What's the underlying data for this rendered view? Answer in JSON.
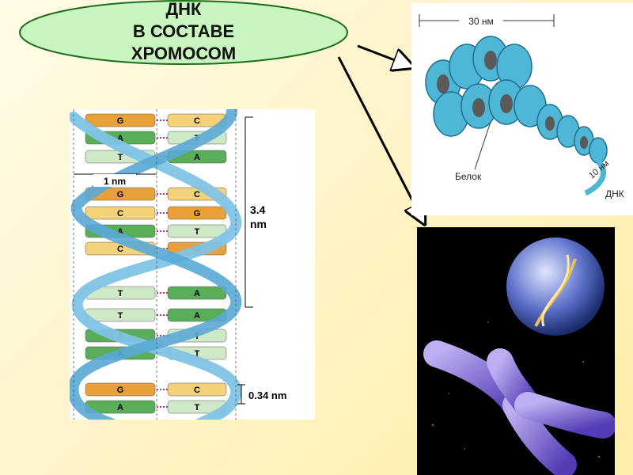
{
  "title": {
    "line1": "ДНК",
    "line2": "В СОСТАВЕ",
    "line3": "ХРОМОСОМ"
  },
  "dna_diagram": {
    "width_label": "1 nm",
    "pitch_label_value": "3.4",
    "pitch_label_unit": "nm",
    "rise_label": "0.34 nm",
    "base_pairs": [
      {
        "left": "G",
        "right": "C"
      },
      {
        "left": "A",
        "right": "T"
      },
      {
        "left": "T",
        "right": "A"
      },
      {
        "left": "G",
        "right": "C"
      },
      {
        "left": "C",
        "right": "G"
      },
      {
        "left": "A",
        "right": "T"
      },
      {
        "left": "C",
        "right": "G"
      },
      {
        "left": "T",
        "right": "A"
      },
      {
        "left": "T",
        "right": "A"
      },
      {
        "left": "A",
        "right": "T"
      },
      {
        "left": "A",
        "right": "T"
      },
      {
        "left": "G",
        "right": "C"
      },
      {
        "left": "A",
        "right": "T"
      }
    ]
  },
  "chromatin_diagram": {
    "fiber_label": "30 нм",
    "protein_label": "Белок",
    "strand_label": "10 нм",
    "dna_label": "ДНК"
  },
  "colors": {
    "oval_fill": "#c8f5c0",
    "oval_stroke": "#1a6e1a",
    "helix_blue": "#7fc3e6",
    "base_G": "#e8a03a",
    "base_C": "#f3d27a",
    "base_A": "#5aae5a",
    "base_T": "#cfe9c8",
    "coil_blue": "#4fb7d6",
    "chromosome_purple": "#8a6fe0"
  }
}
